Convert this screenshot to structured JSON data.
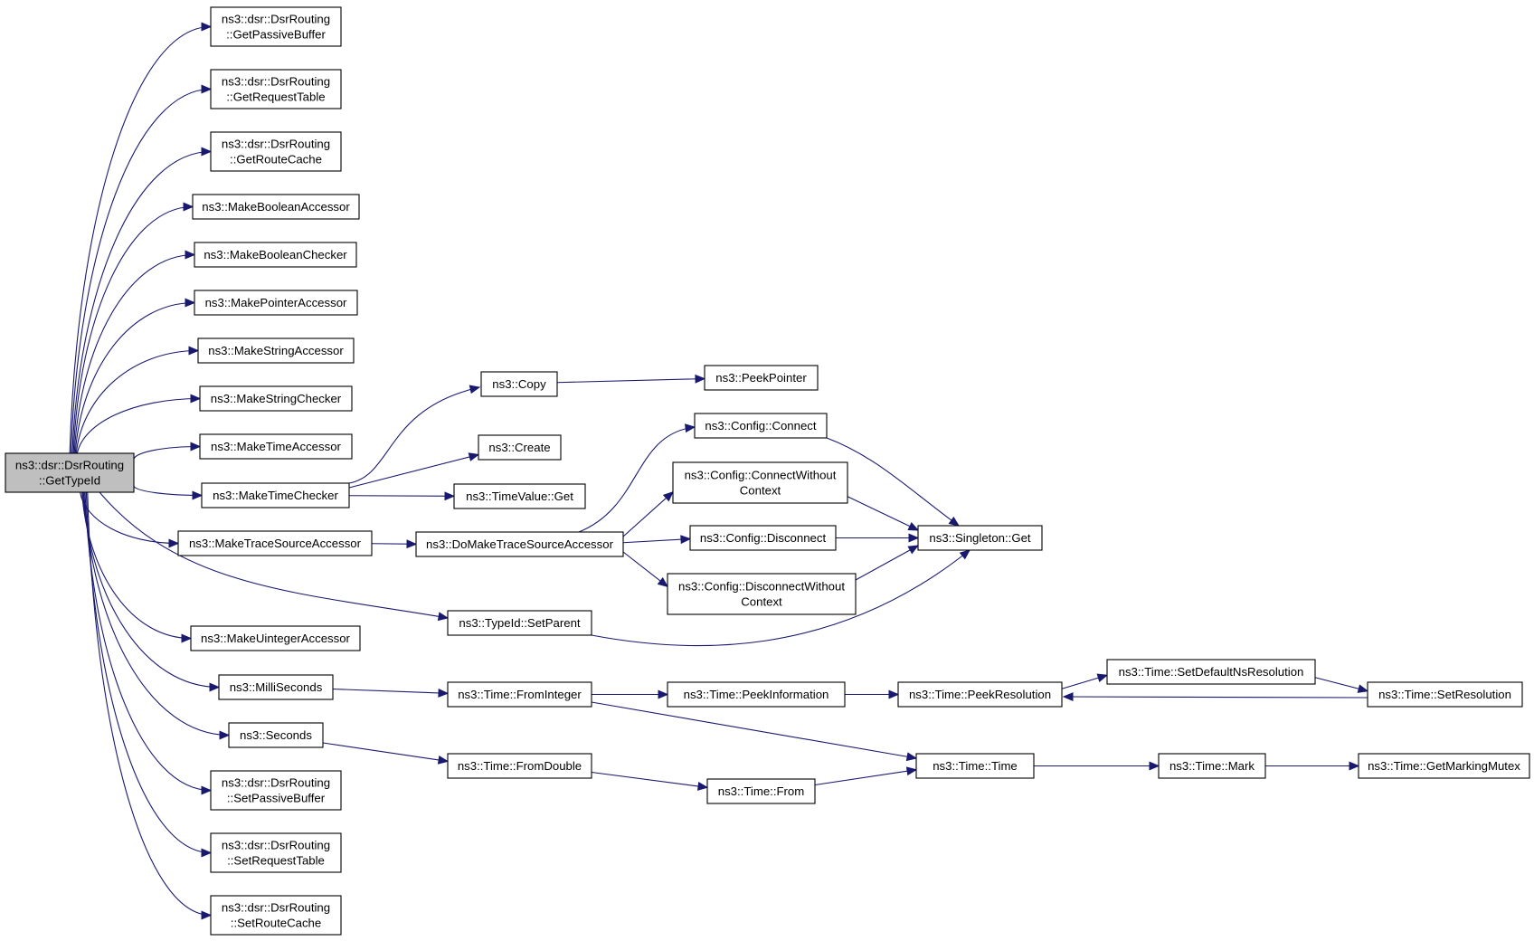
{
  "colors": {
    "edge": "#191970",
    "root_fill": "#bfbfbf",
    "node_fill": "#ffffff",
    "border": "#000000"
  },
  "root": "getTypeId",
  "nodes": [
    {
      "id": "getTypeId",
      "lines": [
        "ns3::dsr::DsrRouting",
        "::GetTypeId"
      ]
    },
    {
      "id": "getPassiveBuffer",
      "lines": [
        "ns3::dsr::DsrRouting",
        "::GetPassiveBuffer"
      ]
    },
    {
      "id": "getRequestTable",
      "lines": [
        "ns3::dsr::DsrRouting",
        "::GetRequestTable"
      ]
    },
    {
      "id": "getRouteCache",
      "lines": [
        "ns3::dsr::DsrRouting",
        "::GetRouteCache"
      ]
    },
    {
      "id": "makeBooleanAccessor",
      "lines": [
        "ns3::MakeBooleanAccessor"
      ]
    },
    {
      "id": "makeBooleanChecker",
      "lines": [
        "ns3::MakeBooleanChecker"
      ]
    },
    {
      "id": "makePointerAccessor",
      "lines": [
        "ns3::MakePointerAccessor"
      ]
    },
    {
      "id": "makeStringAccessor",
      "lines": [
        "ns3::MakeStringAccessor"
      ]
    },
    {
      "id": "makeStringChecker",
      "lines": [
        "ns3::MakeStringChecker"
      ]
    },
    {
      "id": "makeTimeAccessor",
      "lines": [
        "ns3::MakeTimeAccessor"
      ]
    },
    {
      "id": "makeTimeChecker",
      "lines": [
        "ns3::MakeTimeChecker"
      ]
    },
    {
      "id": "makeTraceSourceAccessor",
      "lines": [
        "ns3::MakeTraceSourceAccessor"
      ]
    },
    {
      "id": "makeUintegerAccessor",
      "lines": [
        "ns3::MakeUintegerAccessor"
      ]
    },
    {
      "id": "milliSeconds",
      "lines": [
        "ns3::MilliSeconds"
      ]
    },
    {
      "id": "seconds",
      "lines": [
        "ns3::Seconds"
      ]
    },
    {
      "id": "setPassiveBuffer",
      "lines": [
        "ns3::dsr::DsrRouting",
        "::SetPassiveBuffer"
      ]
    },
    {
      "id": "setRequestTable",
      "lines": [
        "ns3::dsr::DsrRouting",
        "::SetRequestTable"
      ]
    },
    {
      "id": "setRouteCache",
      "lines": [
        "ns3::dsr::DsrRouting",
        "::SetRouteCache"
      ]
    },
    {
      "id": "copy",
      "lines": [
        "ns3::Copy"
      ]
    },
    {
      "id": "create",
      "lines": [
        "ns3::Create"
      ]
    },
    {
      "id": "timeValueGet",
      "lines": [
        "ns3::TimeValue::Get"
      ]
    },
    {
      "id": "doMakeTraceSourceAccessor",
      "lines": [
        "ns3::DoMakeTraceSourceAccessor"
      ]
    },
    {
      "id": "typeIdSetParent",
      "lines": [
        "ns3::TypeId::SetParent"
      ]
    },
    {
      "id": "timeFromInteger",
      "lines": [
        "ns3::Time::FromInteger"
      ]
    },
    {
      "id": "timeFromDouble",
      "lines": [
        "ns3::Time::FromDouble"
      ]
    },
    {
      "id": "peekPointer",
      "lines": [
        "ns3::PeekPointer"
      ]
    },
    {
      "id": "configConnect",
      "lines": [
        "ns3::Config::Connect"
      ]
    },
    {
      "id": "configConnectWithoutContext",
      "lines": [
        "ns3::Config::ConnectWithout",
        "Context"
      ]
    },
    {
      "id": "configDisconnect",
      "lines": [
        "ns3::Config::Disconnect"
      ]
    },
    {
      "id": "configDisconnectWithoutContext",
      "lines": [
        "ns3::Config::DisconnectWithout",
        "Context"
      ]
    },
    {
      "id": "timePeekInformation",
      "lines": [
        "ns3::Time::PeekInformation"
      ]
    },
    {
      "id": "timeFrom",
      "lines": [
        "ns3::Time::From"
      ]
    },
    {
      "id": "singletonGet",
      "lines": [
        "ns3::Singleton::Get"
      ]
    },
    {
      "id": "timePeekResolution",
      "lines": [
        "ns3::Time::PeekResolution"
      ]
    },
    {
      "id": "timeTime",
      "lines": [
        "ns3::Time::Time"
      ]
    },
    {
      "id": "timeSetDefaultNsResolution",
      "lines": [
        "ns3::Time::SetDefaultNsResolution"
      ]
    },
    {
      "id": "timeMark",
      "lines": [
        "ns3::Time::Mark"
      ]
    },
    {
      "id": "timeSetResolution",
      "lines": [
        "ns3::Time::SetResolution"
      ]
    },
    {
      "id": "timeGetMarkingMutex",
      "lines": [
        "ns3::Time::GetMarkingMutex"
      ]
    }
  ],
  "edges": [
    [
      "getTypeId",
      "getPassiveBuffer"
    ],
    [
      "getTypeId",
      "getRequestTable"
    ],
    [
      "getTypeId",
      "getRouteCache"
    ],
    [
      "getTypeId",
      "makeBooleanAccessor"
    ],
    [
      "getTypeId",
      "makeBooleanChecker"
    ],
    [
      "getTypeId",
      "makePointerAccessor"
    ],
    [
      "getTypeId",
      "makeStringAccessor"
    ],
    [
      "getTypeId",
      "makeStringChecker"
    ],
    [
      "getTypeId",
      "makeTimeAccessor"
    ],
    [
      "getTypeId",
      "makeTimeChecker"
    ],
    [
      "getTypeId",
      "makeTraceSourceAccessor"
    ],
    [
      "getTypeId",
      "typeIdSetParent"
    ],
    [
      "getTypeId",
      "makeUintegerAccessor"
    ],
    [
      "getTypeId",
      "milliSeconds"
    ],
    [
      "getTypeId",
      "seconds"
    ],
    [
      "getTypeId",
      "setPassiveBuffer"
    ],
    [
      "getTypeId",
      "setRequestTable"
    ],
    [
      "getTypeId",
      "setRouteCache"
    ],
    [
      "makeTimeChecker",
      "copy"
    ],
    [
      "makeTimeChecker",
      "create"
    ],
    [
      "makeTimeChecker",
      "timeValueGet"
    ],
    [
      "copy",
      "peekPointer"
    ],
    [
      "makeTraceSourceAccessor",
      "doMakeTraceSourceAccessor"
    ],
    [
      "doMakeTraceSourceAccessor",
      "configConnect"
    ],
    [
      "doMakeTraceSourceAccessor",
      "configConnectWithoutContext"
    ],
    [
      "doMakeTraceSourceAccessor",
      "configDisconnect"
    ],
    [
      "doMakeTraceSourceAccessor",
      "configDisconnectWithoutContext"
    ],
    [
      "configConnect",
      "singletonGet"
    ],
    [
      "configConnectWithoutContext",
      "singletonGet"
    ],
    [
      "configDisconnect",
      "singletonGet"
    ],
    [
      "configDisconnectWithoutContext",
      "singletonGet"
    ],
    [
      "typeIdSetParent",
      "singletonGet"
    ],
    [
      "milliSeconds",
      "timeFromInteger"
    ],
    [
      "seconds",
      "timeFromDouble"
    ],
    [
      "timeFromInteger",
      "timePeekInformation"
    ],
    [
      "timeFromInteger",
      "timeTime"
    ],
    [
      "timePeekInformation",
      "timePeekResolution"
    ],
    [
      "timePeekResolution",
      "timeSetDefaultNsResolution"
    ],
    [
      "timeSetDefaultNsResolution",
      "timeSetResolution"
    ],
    [
      "timeSetResolution",
      "timePeekResolution"
    ],
    [
      "timeFromDouble",
      "timeFrom"
    ],
    [
      "timeFrom",
      "timeTime"
    ],
    [
      "timeTime",
      "timeMark"
    ],
    [
      "timeMark",
      "timeGetMarkingMutex"
    ]
  ]
}
